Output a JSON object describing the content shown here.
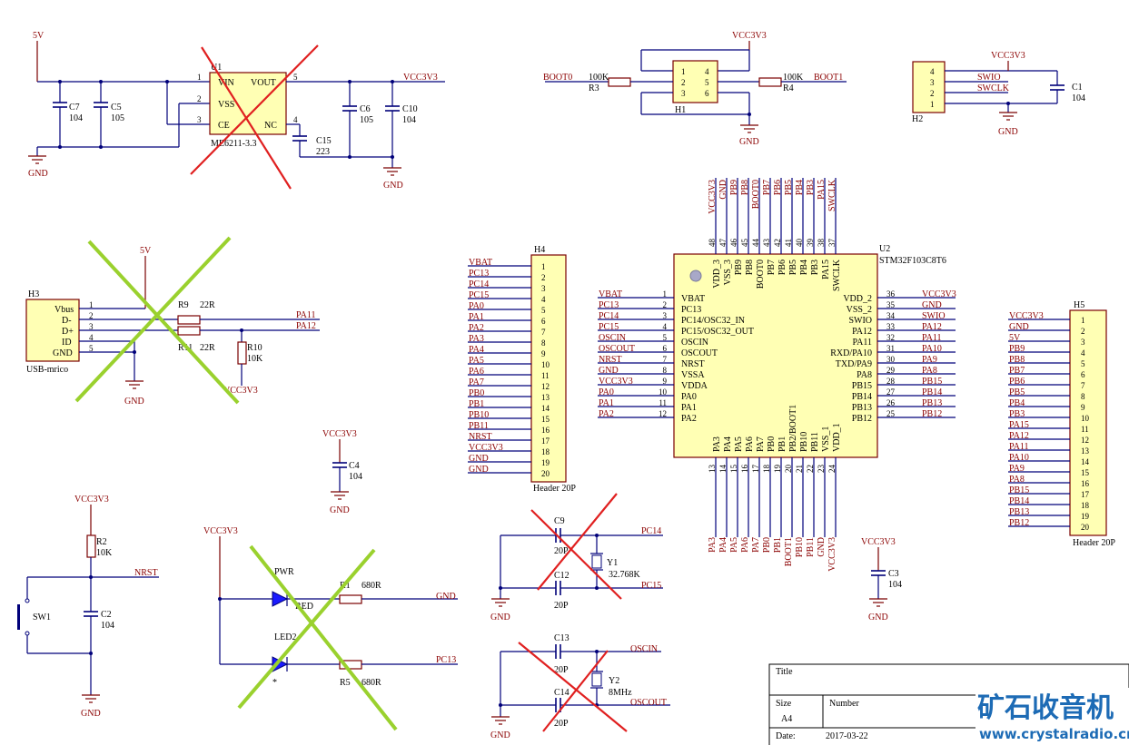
{
  "labels": {
    "gnd": "GND",
    "vcc3v3": "VCC3V3"
  },
  "power": {
    "net_5v": "5V",
    "c7": {
      "ref": "C7",
      "val": "104"
    },
    "c5": {
      "ref": "C5",
      "val": "105"
    },
    "c6": {
      "ref": "C6",
      "val": "105"
    },
    "c10": {
      "ref": "C10",
      "val": "104"
    },
    "c15": {
      "ref": "C15",
      "val": "223"
    },
    "u1": {
      "ref": "U1",
      "part": "ME6211-3.3",
      "vin": "VIN",
      "vss": "VSS",
      "ce": "CE",
      "vout": "VOUT",
      "nc": "NC"
    }
  },
  "boot": {
    "boot0": "BOOT0",
    "boot1": "BOOT1",
    "r3_ref": "R3",
    "r3_val": "100K",
    "r4_ref": "R4",
    "r4_val": "100K",
    "h1_ref": "H1"
  },
  "swd": {
    "h2_ref": "H2",
    "swio": "SWIO",
    "swclk": "SWCLK",
    "c1_ref": "C1",
    "c1_val": "104"
  },
  "usb": {
    "h3_ref": "H3",
    "part": "USB-mrico",
    "pins": [
      "Vbus",
      "D-",
      "D+",
      "ID",
      "GND"
    ],
    "r9_ref": "R9",
    "r9_val": "22R",
    "r11_ref": "R11",
    "r11_val": "22R",
    "r10_ref": "R10",
    "r10_val": "10K",
    "pa11": "PA11",
    "pa12": "PA12"
  },
  "decoupling": {
    "c4_ref": "C4",
    "c4_val": "104",
    "c3_ref": "C3",
    "c3_val": "104"
  },
  "reset": {
    "r2_ref": "R2",
    "r2_val": "10K",
    "nrst": "NRST",
    "c2_ref": "C2",
    "c2_val": "104",
    "sw1_ref": "SW1"
  },
  "leds": {
    "pwr_label": "PWR",
    "led1_color": "RED",
    "r1_ref": "R1",
    "r1_val": "680R",
    "led2_ref": "LED2",
    "led2_star": "*",
    "r5_ref": "R5",
    "r5_val": "680R",
    "pc13": "PC13"
  },
  "h4": {
    "ref": "H4",
    "part": "Header 20P",
    "nets": [
      "VBAT",
      "PC13",
      "PC14",
      "PC15",
      "PA0",
      "PA1",
      "PA2",
      "PA3",
      "PA4",
      "PA5",
      "PA6",
      "PA7",
      "PB0",
      "PB1",
      "PB10",
      "PB11",
      "NRST",
      "VCC3V3",
      "GND",
      "GND"
    ]
  },
  "h5": {
    "ref": "H5",
    "part": "Header 20P",
    "nets": [
      "VCC3V3",
      "GND",
      "5V",
      "PB9",
      "PB8",
      "PB7",
      "PB6",
      "PB5",
      "PB4",
      "PB3",
      "PA15",
      "PA12",
      "PA11",
      "PA10",
      "PA9",
      "PA8",
      "PB15",
      "PB14",
      "PB13",
      "PB12"
    ]
  },
  "mcu": {
    "ref": "U2",
    "part": "STM32F103C8T6",
    "left": [
      {
        "num": "1",
        "name": "VBAT",
        "net": "VBAT"
      },
      {
        "num": "2",
        "name": "PC13",
        "net": "PC13"
      },
      {
        "num": "3",
        "name": "PC14/OSC32_IN",
        "net": "PC14"
      },
      {
        "num": "4",
        "name": "PC15/OSC32_OUT",
        "net": "PC15"
      },
      {
        "num": "5",
        "name": "OSCIN",
        "net": "OSCIN"
      },
      {
        "num": "6",
        "name": "OSCOUT",
        "net": "OSCOUT"
      },
      {
        "num": "7",
        "name": "NRST",
        "net": "NRST"
      },
      {
        "num": "8",
        "name": "VSSA",
        "net": "GND"
      },
      {
        "num": "9",
        "name": "VDDA",
        "net": "VCC3V3"
      },
      {
        "num": "10",
        "name": "PA0",
        "net": "PA0"
      },
      {
        "num": "11",
        "name": "PA1",
        "net": "PA1"
      },
      {
        "num": "12",
        "name": "PA2",
        "net": "PA2"
      }
    ],
    "right": [
      {
        "num": "36",
        "name": "VDD_2",
        "net": "VCC3V3"
      },
      {
        "num": "35",
        "name": "VSS_2",
        "net": "GND"
      },
      {
        "num": "34",
        "name": "SWIO",
        "net": "SWIO"
      },
      {
        "num": "33",
        "name": "PA12",
        "net": "PA12"
      },
      {
        "num": "32",
        "name": "PA11",
        "net": "PA11"
      },
      {
        "num": "31",
        "name": "RXD/PA10",
        "net": "PA10"
      },
      {
        "num": "30",
        "name": "TXD/PA9",
        "net": "PA9"
      },
      {
        "num": "29",
        "name": "PA8",
        "net": "PA8"
      },
      {
        "num": "28",
        "name": "PB15",
        "net": "PB15"
      },
      {
        "num": "27",
        "name": "PB14",
        "net": "PB14"
      },
      {
        "num": "26",
        "name": "PB13",
        "net": "PB13"
      },
      {
        "num": "25",
        "name": "PB12",
        "net": "PB12"
      }
    ],
    "top": [
      {
        "num": "48",
        "name": "VDD_3",
        "net": "VCC3V3"
      },
      {
        "num": "47",
        "name": "VSS_3",
        "net": "GND"
      },
      {
        "num": "46",
        "name": "PB9",
        "net": "PB9"
      },
      {
        "num": "45",
        "name": "PB8",
        "net": "PB8"
      },
      {
        "num": "44",
        "name": "BOOT0",
        "net": "BOOT0"
      },
      {
        "num": "43",
        "name": "PB7",
        "net": "PB7"
      },
      {
        "num": "42",
        "name": "PB6",
        "net": "PB6"
      },
      {
        "num": "41",
        "name": "PB5",
        "net": "PB5"
      },
      {
        "num": "40",
        "name": "PB4",
        "net": "PB4"
      },
      {
        "num": "39",
        "name": "PB3",
        "net": "PB3"
      },
      {
        "num": "38",
        "name": "PA15",
        "net": "PA15"
      },
      {
        "num": "37",
        "name": "SWCLK",
        "net": "SWCLK"
      }
    ],
    "bottom": [
      {
        "num": "13",
        "name": "PA3",
        "net": "PA3"
      },
      {
        "num": "14",
        "name": "PA4",
        "net": "PA4"
      },
      {
        "num": "15",
        "name": "PA5",
        "net": "PA5"
      },
      {
        "num": "16",
        "name": "PA6",
        "net": "PA6"
      },
      {
        "num": "17",
        "name": "PA7",
        "net": "PA7"
      },
      {
        "num": "18",
        "name": "PB0",
        "net": "PB0"
      },
      {
        "num": "19",
        "name": "PB1",
        "net": "PB1"
      },
      {
        "num": "20",
        "name": "PB2/BOOT1",
        "net": "BOOT1"
      },
      {
        "num": "21",
        "name": "PB10",
        "net": "PB10"
      },
      {
        "num": "22",
        "name": "PB11",
        "net": "PB11"
      },
      {
        "num": "23",
        "name": "VSS_1",
        "net": "GND"
      },
      {
        "num": "24",
        "name": "VDD_1",
        "net": "VCC3V3"
      }
    ]
  },
  "rtc": {
    "c9_ref": "C9",
    "c9_val": "20P",
    "c12_ref": "C12",
    "c12_val": "20P",
    "y1_ref": "Y1",
    "y1_val": "32.768K",
    "pc14": "PC14",
    "pc15": "PC15"
  },
  "hse": {
    "c13_ref": "C13",
    "c13_val": "20P",
    "c14_ref": "C14",
    "c14_val": "20P",
    "y2_ref": "Y2",
    "y2_val": "8MHz",
    "oscin": "OSCIN",
    "oscout": "OSCOUT"
  },
  "title_block": {
    "title_label": "Title",
    "size_label": "Size",
    "size_value": "A4",
    "number_label": "Number",
    "date_label": "Date:",
    "date_value": "2017-03-22"
  },
  "watermark": {
    "cn": "矿石收音机",
    "url": "www.crystalradio.cn"
  }
}
